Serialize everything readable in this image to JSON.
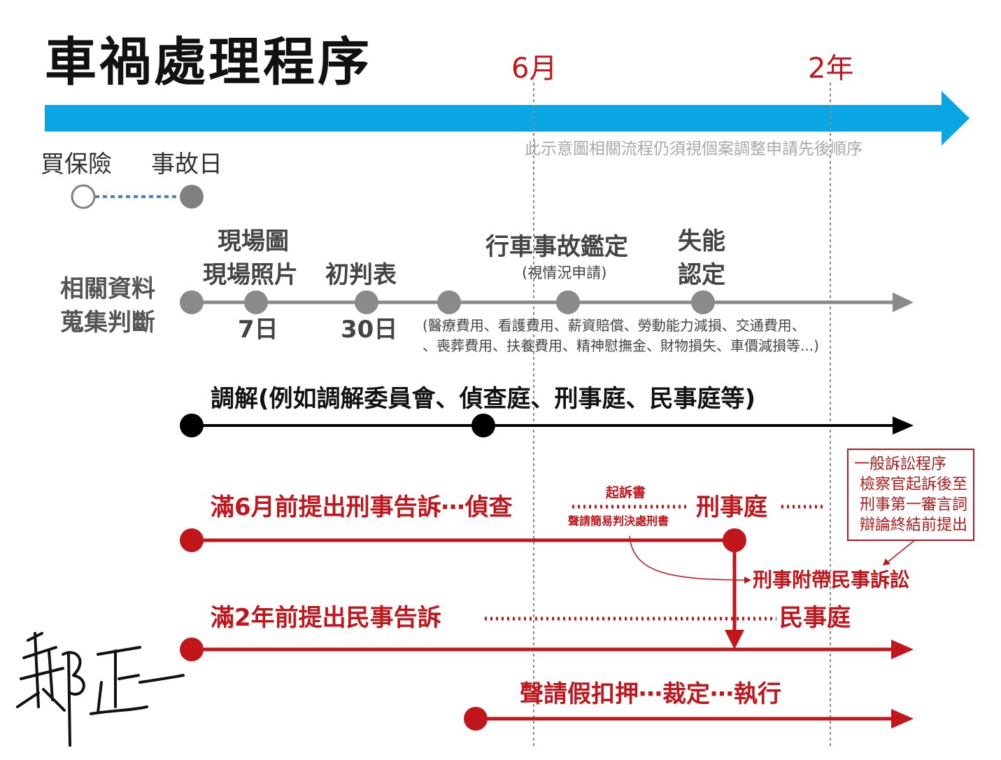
{
  "title": "車禍處理程序",
  "timeline": {
    "marker_6m": "6月",
    "marker_2y": "2年",
    "note": "此示意圖相關流程仍須視個案調整申請先後順序",
    "main_color": "#0aa5e3"
  },
  "insurance": {
    "buy_label": "買保險",
    "accident_label": "事故日"
  },
  "data_collection": {
    "row_label_line1": "相關資料",
    "row_label_line2": "蒐集判斷",
    "scene_map": "現場圖",
    "scene_photos": "現場照片",
    "initial_judgment": "初判表",
    "days_7": "7日",
    "days_30": "30日",
    "appraisal": "行車事故鑑定",
    "appraisal_note": "(視情況申請)",
    "disability_line1": "失能",
    "disability_line2": "認定",
    "expenses_line1": "(醫療費用、看護費用、薪資賠償、勞動能力減損、交通費用、",
    "expenses_line2": "、喪葬費用、扶養費用、精神慰撫金、財物損失、車價減損等...)"
  },
  "mediation": {
    "label": "調解(例如調解委員會、偵查庭、刑事庭、民事庭等)"
  },
  "criminal": {
    "label": "滿6月前提出刑事告訴⋯偵查",
    "indictment": "起訴書",
    "summary_judgment": "聲請簡易判決處刑書",
    "court": "刑事庭",
    "incidental_civil": "刑事附帶民事訴訟"
  },
  "note_box": {
    "lines": [
      "一般訴訟程序",
      "檢察官起訴後至",
      "刑事第一審言詞",
      "辯論終結前提出"
    ]
  },
  "civil": {
    "label": "滿2年前提出民事告訴",
    "court": "民事庭"
  },
  "attachment": {
    "label": "聲請假扣押⋯裁定⋯執行"
  },
  "signature": "鄭正一",
  "colors": {
    "red": "#c0161c",
    "gray_line": "#8a8a8a",
    "gray_dot": "#8a8a8a",
    "black": "#000000",
    "dotted_blue": "#4a7cc7"
  }
}
